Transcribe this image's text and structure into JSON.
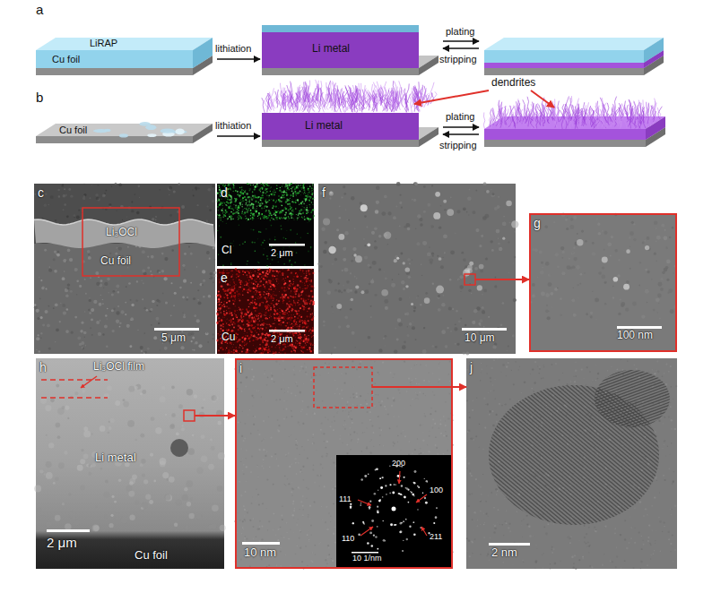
{
  "diagram": {
    "nodes": [
      {
        "text": [
          "c",
          "Li₃OCl",
          "Cu foil",
          "5 μm"
        ]
      },
      {
        "text": [
          "d",
          "Cl",
          "2 μm"
        ]
      },
      {
        "text": [
          "e",
          "Cu",
          "2 μm"
        ]
      },
      {
        "text": [
          "f",
          "10 μm"
        ]
      },
      {
        "text": [
          "g",
          "100 nm"
        ]
      },
      {
        "text": [
          "h",
          "Li₃OCl film",
          "Li metal",
          "Cu foil",
          "2 μm"
        ]
      },
      {
        "text": [
          "i",
          "10 nm"
        ]
      },
      {
        "text": [
          "111",
          "200",
          "100",
          "110",
          "211",
          "10 1/nm"
        ],
        "in": 6
      },
      {
        "text": [
          "j",
          "2 nm"
        ]
      }
    ],
    "edges": [
      {
        "from": 3,
        "to": 4,
        "arrow": "to"
      },
      {
        "from": 5,
        "to": 6,
        "arrow": "to"
      },
      {
        "from": 6,
        "to": 8,
        "arrow": "to"
      }
    ],
    "labels": [
      "a",
      "LiRAP",
      "Cu foil",
      "lithiation",
      "Li metal",
      "plating",
      "stripping",
      "b",
      "Cu foil",
      "lithiation",
      "dendrites",
      "Li metal",
      "plating",
      "stripping"
    ]
  }
}
